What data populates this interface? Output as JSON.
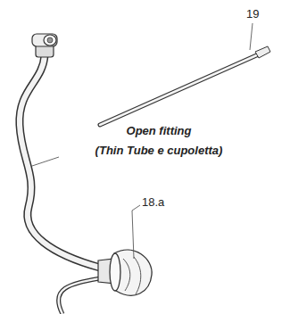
{
  "diagram": {
    "labels": [
      "19",
      "Open fitting",
      "(Thin Tube e cupoletta)",
      "18.a"
    ]
  }
}
